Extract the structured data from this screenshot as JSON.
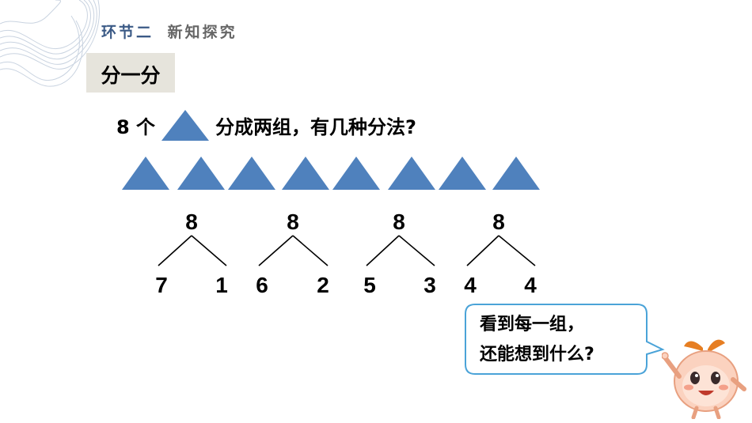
{
  "header": {
    "section_label": "环节二",
    "section_title": "新知探究"
  },
  "tag": {
    "label": "分一分"
  },
  "question": {
    "prefix": "8 个",
    "suffix": "分成两组，有几种分法?"
  },
  "triangle_count": 8,
  "colors": {
    "triangle": "#4f81bd",
    "section_label": "#3b5a86",
    "tag_background": "#e6e4dc",
    "bubble_border": "#4aa3d8"
  },
  "decompositions": [
    {
      "total": "8",
      "left": "7",
      "right": "1"
    },
    {
      "total": "8",
      "left": "6",
      "right": "2"
    },
    {
      "total": "8",
      "left": "5",
      "right": "3"
    },
    {
      "total": "8",
      "left": "4",
      "right": "4"
    }
  ],
  "speech_bubble": {
    "line1": "看到每一组，",
    "line2": "还能想到什么?"
  }
}
